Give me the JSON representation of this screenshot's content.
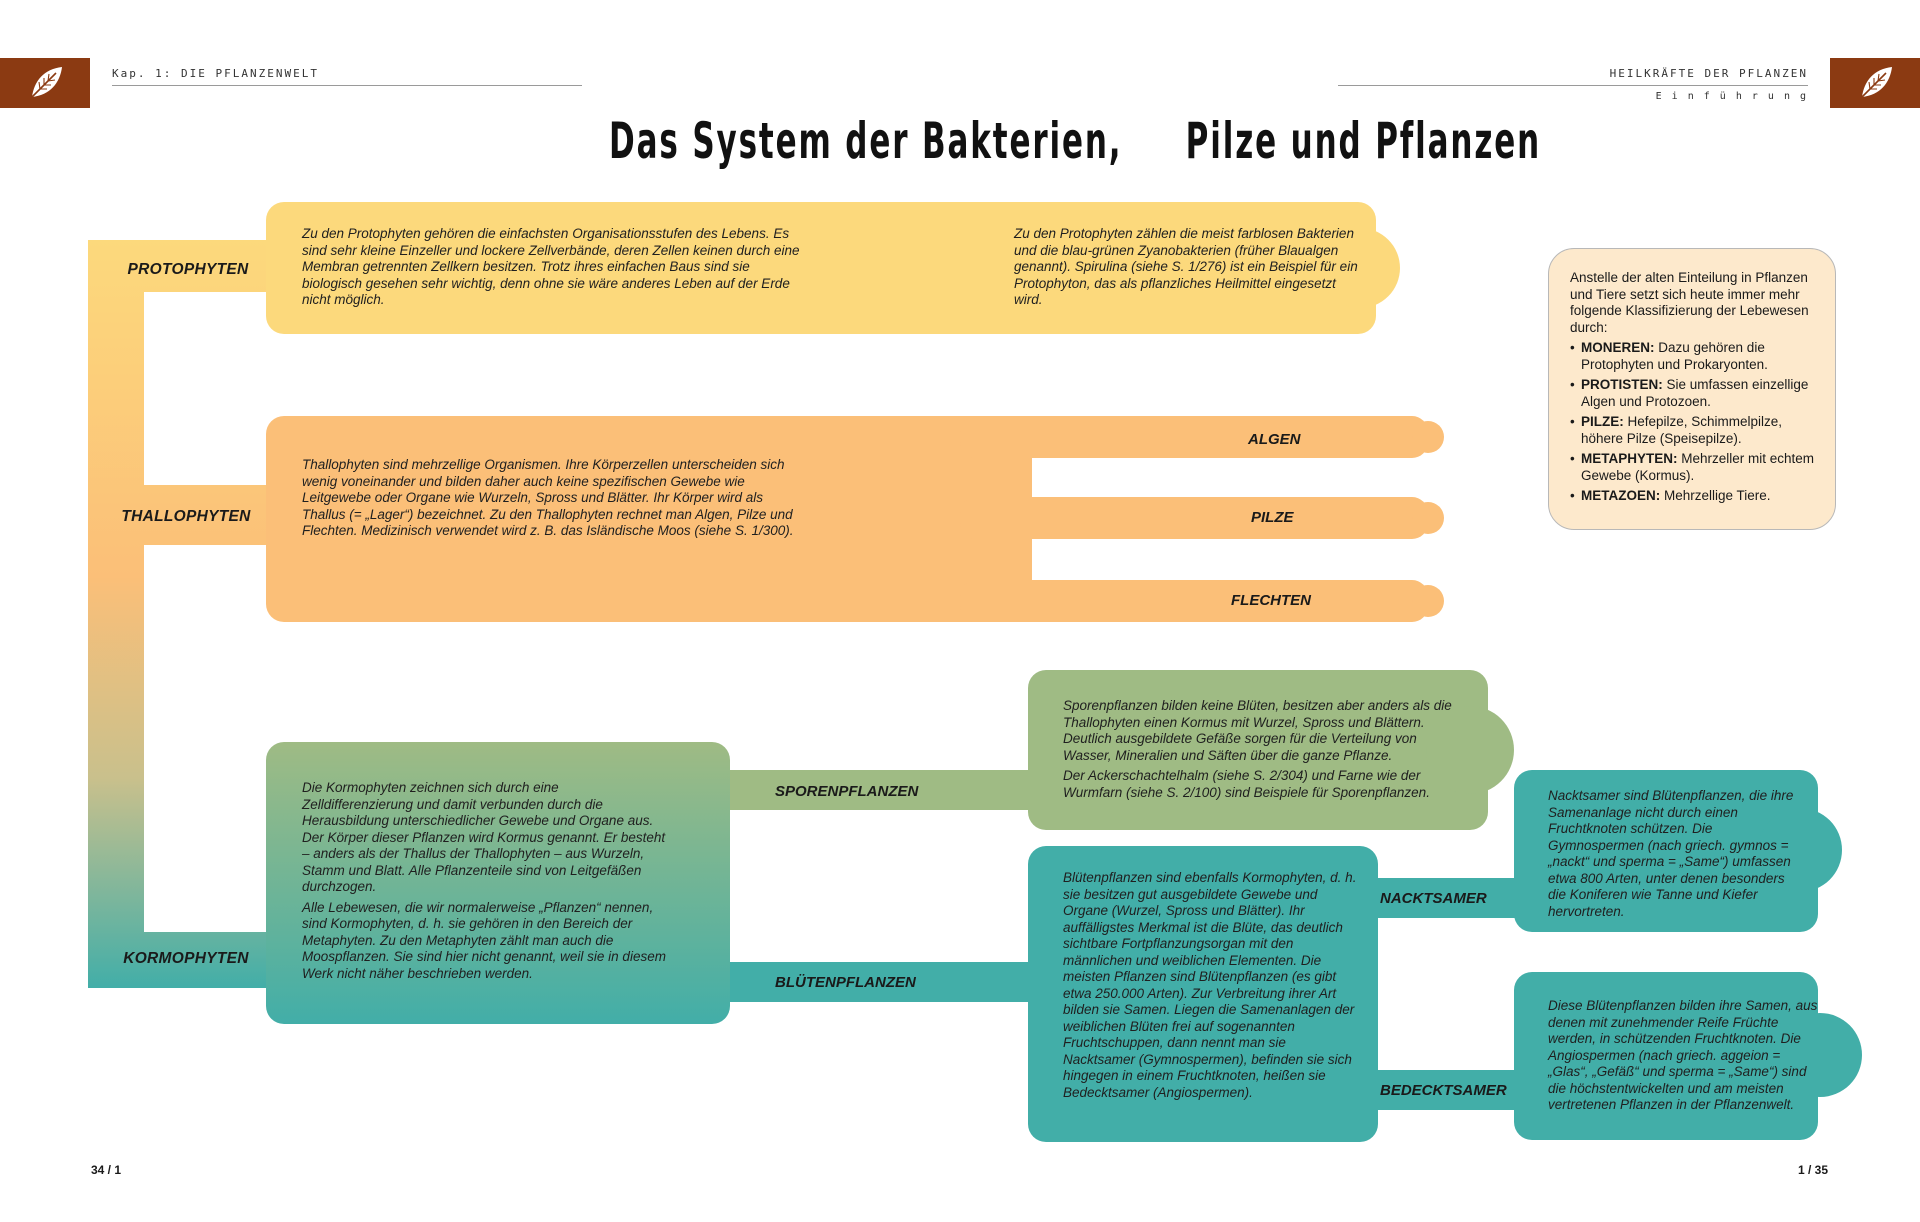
{
  "header": {
    "left_running": "Kap. 1: DIE PFLANZENWELT",
    "right_running": "HEILKRÄFTE DER PFLANZEN",
    "right_sub": "E i n f ü h r u n g"
  },
  "title": "Das System der Bakterien,     Pilze und Pflanzen",
  "colors": {
    "yellow": "#fcd97c",
    "orange": "#fbbf78",
    "green": "#9fbb84",
    "teal": "#42aea8",
    "info_bg": "#fde9cc",
    "tab": "#8b3a12"
  },
  "icons": {
    "left_tab": "leaf-icon",
    "right_tab": "leaf-icon"
  },
  "levels": {
    "protophyten": "PROTOPHYTEN",
    "thallophyten": "THALLOPHYTEN",
    "kormophyten": "KORMOPHYTEN"
  },
  "proto": {
    "text_left": "Zu den Protophyten gehören die einfachsten Organisationsstufen des Lebens. Es sind sehr kleine Einzeller und lockere Zellverbände, deren Zellen keinen durch eine Membran getrennten Zellkern besitzen. Trotz ihres einfachen Baus sind sie biologisch gesehen sehr wichtig, denn ohne sie wäre anderes Leben auf der Erde nicht möglich.",
    "text_right": "Zu den Protophyten zählen die meist farblosen Bakterien und die blau-grünen Zyanobakterien (früher Blaualgen genannt). Spirulina (siehe S. 1/276) ist ein Beispiel für ein Protophyton, das als pflanzliches Heilmittel eingesetzt wird."
  },
  "thallo": {
    "text": "Thallophyten sind mehrzellige Organismen. Ihre Körperzellen unterscheiden sich wenig voneinander und bilden daher auch keine spezifischen Gewebe wie Leitgewebe oder Organe wie Wurzeln, Spross und Blätter. Ihr Körper wird als Thallus (= „Lager“) bezeichnet. Zu den Thallophyten rechnet man Algen, Pilze und Flechten. Medizinisch verwendet wird z. B. das Isländische Moos (siehe S. 1/300).",
    "algen": "ALGEN",
    "pilze": "PILZE",
    "flechten": "FLECHTEN"
  },
  "kormo": {
    "text_p1": "Die Kormophyten zeichnen sich durch eine Zelldifferenzierung und damit verbunden durch die Herausbildung unterschiedlicher Gewebe und Organe aus. Der Körper dieser Pflanzen wird Kormus genannt. Er besteht – anders als der Thallus der Thallophyten – aus Wurzeln, Stamm und Blatt. Alle Pflanzenteile sind von Leitgefäßen durchzogen.",
    "text_p2": "Alle Lebewesen, die wir normalerweise „Pflanzen“ nennen, sind Kormophyten, d. h. sie gehören in den Bereich der Metaphyten. Zu den Metaphyten zählt man auch die Moospflanzen. Sie sind hier nicht genannt, weil sie in diesem Werk nicht näher beschrieben werden.",
    "sporenpflanzen": "SPORENPFLANZEN",
    "bluetenpflanzen": "BLÜTENPFLANZEN"
  },
  "sporen": {
    "text_p1": "Sporenpflanzen bilden keine Blüten, besitzen aber anders als die Thallophyten einen Kormus mit Wurzel, Spross und Blättern. Deutlich ausgebildete Gefäße sorgen für die Verteilung von Wasser, Mineralien und Säften über die ganze Pflanze.",
    "text_p2": "Der Ackerschachtelhalm (siehe S. 2/304) und Farne wie der Wurmfarn (siehe S. 2/100) sind Beispiele für Sporenpflanzen."
  },
  "blueten": {
    "text": "Blütenpflanzen sind ebenfalls Kormophyten, d. h. sie besitzen gut ausgebildete Gewebe und Organe (Wurzel, Spross und Blätter). Ihr auffälligstes Merkmal ist die Blüte, das deutlich sichtbare Fortpflanzungsorgan mit den männlichen und weiblichen Elementen. Die meisten Pflanzen sind Blütenpflanzen (es gibt etwa 250.000 Arten). Zur Verbreitung ihrer Art bilden sie Samen. Liegen die Samenanlagen der weiblichen Blüten frei auf sogenannten Fruchtschuppen, dann nennt man sie Nacktsamer (Gymnospermen), befinden sie sich hingegen in einem Fruchtknoten, heißen sie Bedecktsamer (Angiospermen).",
    "nacktsamer": "NACKTSAMER",
    "bedecktsamer": "BEDECKTSAMER"
  },
  "nackt": {
    "text": "Nacktsamer sind Blütenpflanzen, die ihre Samenanlage nicht durch einen Fruchtknoten schützen. Die Gymnospermen (nach griech. gymnos = „nackt“ und sperma = „Same“) umfassen etwa 800 Arten, unter denen besonders die Koniferen wie Tanne und Kiefer hervortreten."
  },
  "bedeckt": {
    "text": "Diese Blütenpflanzen bilden ihre Samen, aus denen mit zunehmender Reife Früchte werden, in schützenden Fruchtknoten. Die Angiospermen (nach griech. aggeion = „Glas“, „Gefäß“ und sperma = „Same“) sind die höchstentwickelten und am meisten vertretenen Pflanzen in der Pflanzenwelt."
  },
  "info": {
    "intro": "Anstelle der alten Einteilung in Pflanzen und Tiere setzt sich heute immer mehr folgende Klassifizierung der Lebewesen durch:",
    "items": [
      {
        "term": "MONEREN:",
        "desc": " Dazu gehören die Protophyten und Prokaryonten."
      },
      {
        "term": "PROTISTEN:",
        "desc": " Sie umfassen einzellige Algen und Protozoen."
      },
      {
        "term": "PILZE:",
        "desc": " Hefepilze, Schimmelpilze, höhere Pilze (Speisepilze)."
      },
      {
        "term": "METAPHYTEN:",
        "desc": " Mehrzeller mit echtem Gewebe (Kormus)."
      },
      {
        "term": "METAZOEN:",
        "desc": " Mehrzellige Tiere."
      }
    ]
  },
  "footer": {
    "left_page": "34 / 1",
    "right_page": "1 / 35"
  }
}
